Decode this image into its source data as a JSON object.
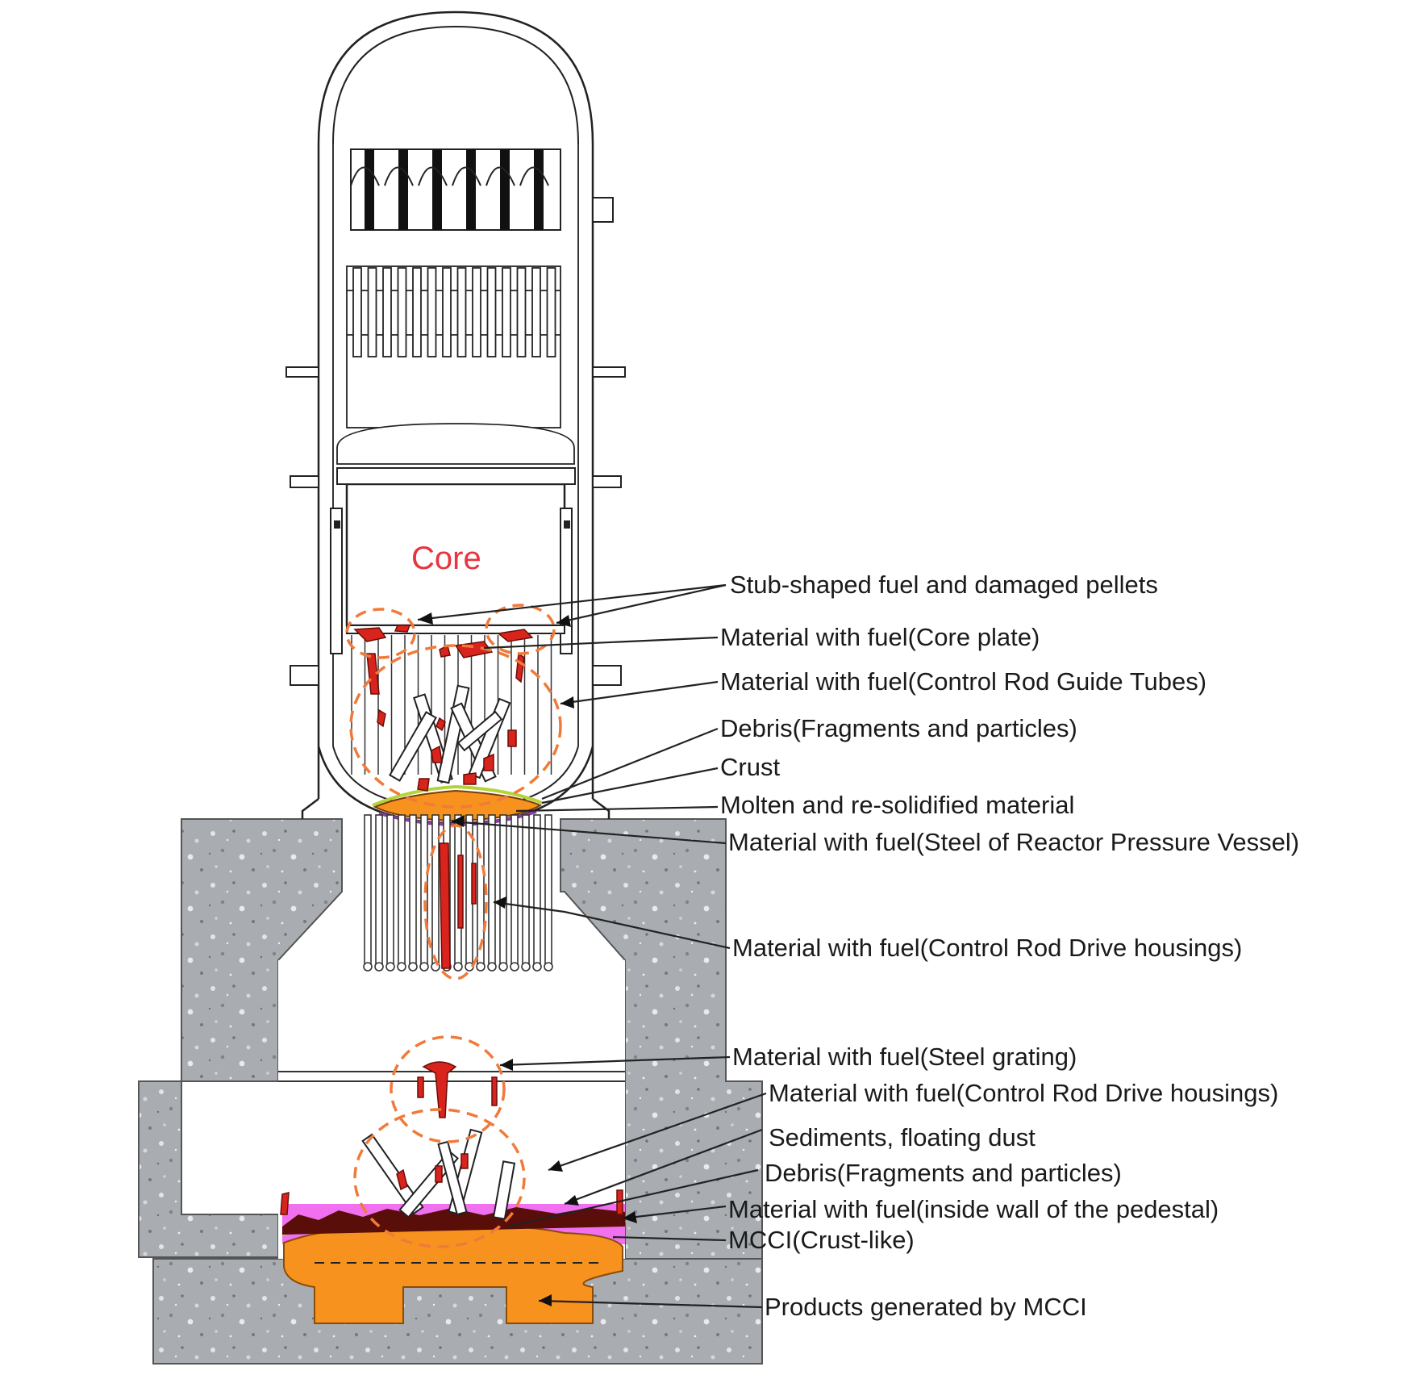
{
  "core_label": "Core",
  "labels": [
    {
      "id": "stub-shaped-fuel",
      "text": "Stub-shaped fuel and damaged pellets"
    },
    {
      "id": "core-plate",
      "text": "Material with fuel(Core plate)"
    },
    {
      "id": "control-rod-guide-tubes",
      "text": "Material with fuel(Control Rod Guide Tubes)"
    },
    {
      "id": "debris-rpv",
      "text": "Debris(Fragments and particles)"
    },
    {
      "id": "crust",
      "text": "Crust"
    },
    {
      "id": "molten-resolidified",
      "text": "Molten and re-solidified material"
    },
    {
      "id": "rpv-steel",
      "text": "Material with fuel(Steel of Reactor Pressure Vessel)"
    },
    {
      "id": "crd-housings-upper",
      "text": "Material with fuel(Control Rod Drive housings)"
    },
    {
      "id": "steel-grating",
      "text": "Material with fuel(Steel grating)"
    },
    {
      "id": "crd-housings-lower",
      "text": "Material with fuel(Control Rod Drive housings)"
    },
    {
      "id": "sediments",
      "text": "Sediments, floating dust"
    },
    {
      "id": "debris-pedestal",
      "text": "Debris(Fragments and particles)"
    },
    {
      "id": "pedestal-wall",
      "text": "Material with fuel(inside wall of the pedestal)"
    },
    {
      "id": "mcci-crust",
      "text": "MCCI(Crust-like)"
    },
    {
      "id": "mcci-products",
      "text": "Products generated by MCCI"
    }
  ],
  "colors": {
    "concrete": "#a9adb1",
    "mcci_orange": "#f7921e",
    "water_magenta": "#f070f0",
    "fuel_red": "#d8241c",
    "highlight_dash": "#f07a3a",
    "core_text": "#e8343f"
  }
}
